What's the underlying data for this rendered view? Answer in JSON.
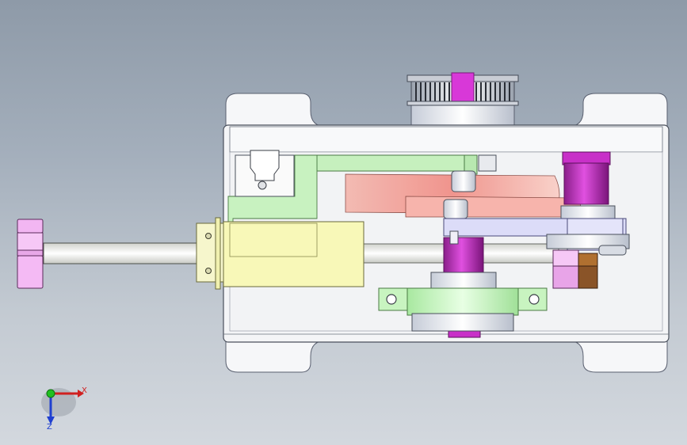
{
  "viewport": {
    "background_top": "#8e9aa8",
    "background_bottom": "#d3d8de"
  },
  "model": {
    "parts": [
      {
        "name": "timing-pulley",
        "color": "#e8ecf2"
      },
      {
        "name": "gearbox-housing",
        "color": "#f4f5f7"
      },
      {
        "name": "linear-slide-bracket",
        "color": "#c8f0c0"
      },
      {
        "name": "crank-disc",
        "color": "#f0a098"
      },
      {
        "name": "drive-shaft",
        "color": "#c030c0"
      },
      {
        "name": "motor-mount-block",
        "color": "#f8f8b0"
      },
      {
        "name": "bearing-flange",
        "color": "#b8f0b0"
      },
      {
        "name": "connecting-link",
        "color": "#d8d8f8"
      },
      {
        "name": "push-rod-handle",
        "color": "#f0b0f0"
      },
      {
        "name": "sensor-block",
        "color": "#c08040"
      }
    ]
  },
  "triad": {
    "x_label": "X",
    "z_label": "Z",
    "x_color": "#d02020",
    "y_color": "#20c020",
    "z_color": "#2040d0"
  }
}
